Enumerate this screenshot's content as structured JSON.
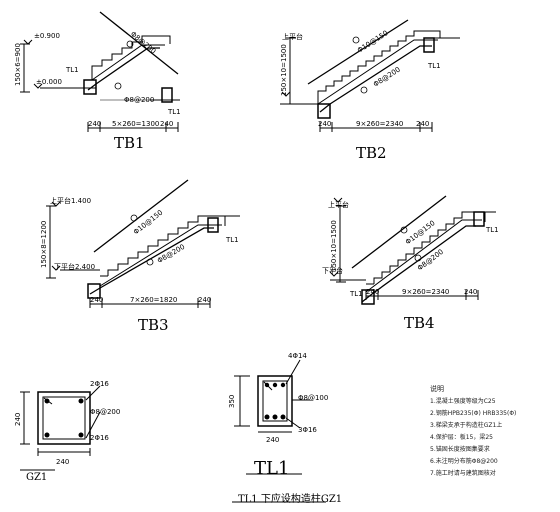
{
  "titles": {
    "tb1": "TB1",
    "tb2": "TB2",
    "tb3": "TB3",
    "tb4": "TB4",
    "tl1": "TL1",
    "gz1": "GZ1",
    "tl1_caption": "TL1 下应设构造柱GZ1"
  },
  "tb1": {
    "level_top": "±0.900",
    "level_bottom": "±0.000",
    "beam_label_a": "TL1",
    "beam_label_b": "TL1",
    "dim_left": "240",
    "dim_bottom": "5×260=1300",
    "dim_right": "240",
    "rebar_top": "Φ8@200",
    "rebar_dist": "Φ8@200",
    "dim_vertical": "150×6=900"
  },
  "tb2": {
    "dim_vertical": "150×10=1500",
    "level_mark": "上平台",
    "beam_label": "TL1",
    "dim_left": "240",
    "dim_bottom": "9×260=2340",
    "dim_right": "240",
    "rebar_top": "Φ10@150",
    "rebar_dist": "Φ8@200"
  },
  "tb3": {
    "level_top": "上平台1.400",
    "level_bottom": "下平台2.400",
    "beam_label": "TL1",
    "dim_left": "240",
    "dim_bottom": "7×260=1820",
    "dim_right": "240",
    "dim_vertical": "150×8=1200",
    "rebar_top": "Φ10@150",
    "rebar_dist": "Φ8@200"
  },
  "tb4": {
    "level_top": "上平台",
    "level_bottom": "下平台",
    "beam_label_a": "TL1",
    "beam_label_b": "TL1",
    "dim_left": "240",
    "dim_bottom": "9×260=2340",
    "dim_right": "240",
    "dim_vertical": "150×10=1500",
    "rebar_top": "Φ10@150",
    "rebar_dist": "Φ8@200"
  },
  "gz1": {
    "dim_side": "240",
    "dim_bottom": "240",
    "bar_top": "2Φ16",
    "stirrup": "Φ8@200",
    "bar_bottom": "2Φ16"
  },
  "tl1": {
    "bar_top": "4Φ14",
    "height": "350",
    "stirrup": "Φ8@100",
    "bar_bottom": "3Φ16",
    "width": "240"
  },
  "notes": {
    "heading": "说明",
    "lines": [
      "1.混凝土强度等级为C25",
      "2.钢筋HPB235(Φ) HRB335(Φ)",
      "3.梯梁支承于构造柱GZ1上",
      "4.保护层：板15，梁25",
      "5.锚固长度按图集要求",
      "6.未注明分布筋Φ8@200",
      "7.施工时请与建筑图核对"
    ]
  }
}
